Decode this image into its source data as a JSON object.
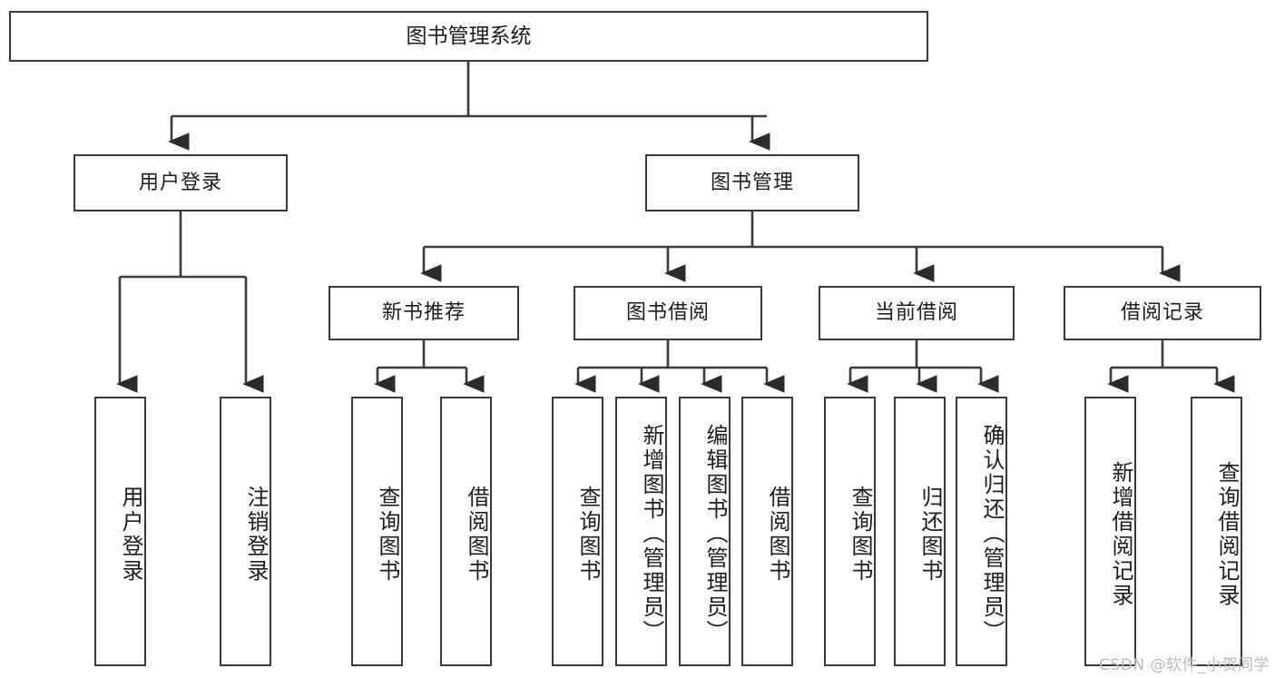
{
  "diagram": {
    "title": "图书管理系统",
    "root": {
      "label": "图书管理系统"
    },
    "level2": [
      {
        "label": "用户登录"
      },
      {
        "label": "图书管理"
      }
    ],
    "level3": [
      {
        "label": "新书推荐"
      },
      {
        "label": "图书借阅"
      },
      {
        "label": "当前借阅"
      },
      {
        "label": "借阅记录"
      }
    ],
    "leaves": [
      {
        "label": "用户登录"
      },
      {
        "label": "注销登录"
      },
      {
        "label": "查询图书"
      },
      {
        "label": "借阅图书"
      },
      {
        "label": "查询图书"
      },
      {
        "label": "新增图书（管理员）"
      },
      {
        "label": "编辑图书（管理员）"
      },
      {
        "label": "借阅图书"
      },
      {
        "label": "查询图书"
      },
      {
        "label": "归还图书"
      },
      {
        "label": "确认归还（管理员）"
      },
      {
        "label": "新增借阅记录"
      },
      {
        "label": "查询借阅记录"
      }
    ]
  },
  "watermark": {
    "text": "CSDN @软件_小贺同学"
  },
  "colors": {
    "stroke": "#3a3a3a",
    "background": "#ffffff",
    "text": "#1c1c1c",
    "watermark": "#b9b9b9"
  }
}
